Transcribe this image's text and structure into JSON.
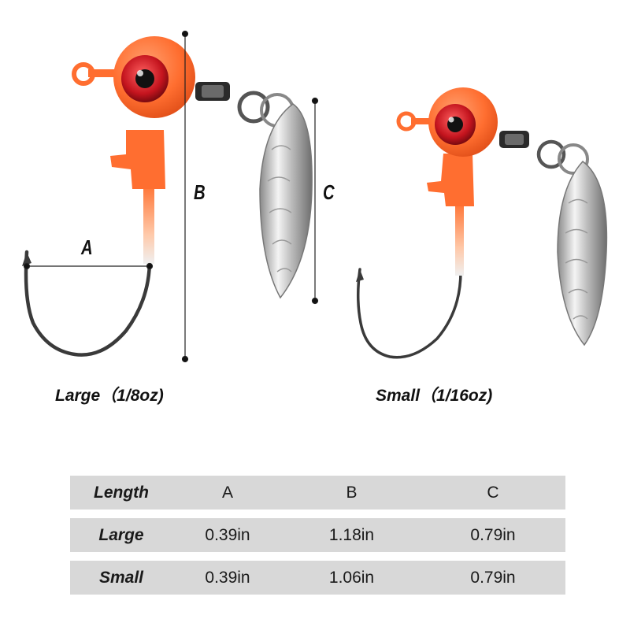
{
  "captions": {
    "large": "Large（1/8oz)",
    "small": "Small（1/16oz)"
  },
  "dimension_labels": {
    "a": "A",
    "b": "B",
    "c": "C"
  },
  "table": {
    "header": [
      "Length",
      "A",
      "B",
      "C"
    ],
    "rows": [
      [
        "Large",
        "0.39in",
        "1.18in",
        "0.79in"
      ],
      [
        "Small",
        "0.39in",
        "1.06in",
        "0.79in"
      ]
    ]
  },
  "colors": {
    "jig_head": "#ff7a3d",
    "eye": "#c4141e",
    "blade": "#d9d9d9",
    "table_row": "#d8d8d8"
  }
}
